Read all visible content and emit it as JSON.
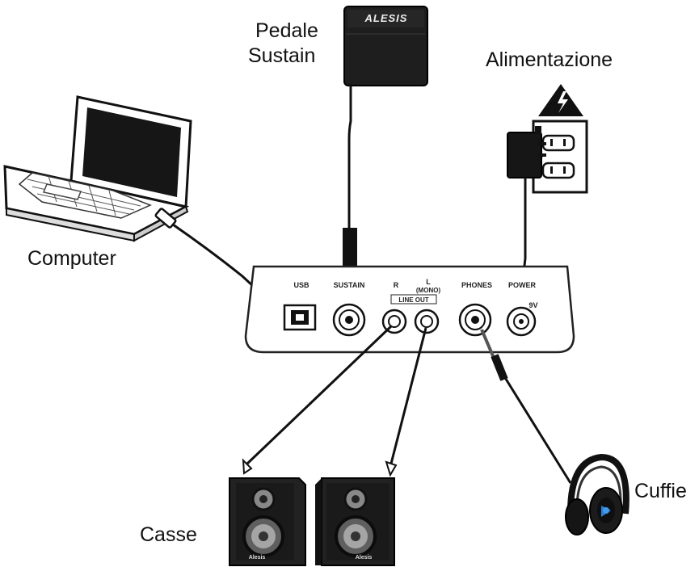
{
  "labels": {
    "pedal_line1": "Pedale",
    "pedal_line2": "Sustain",
    "power": "Alimentazione",
    "computer": "Computer",
    "speakers": "Casse",
    "headphones": "Cuffie"
  },
  "panel": {
    "usb": "USB",
    "sustain": "SUSTAIN",
    "right": "R",
    "left": "L",
    "mono": "(MONO)",
    "line_out": "LINE OUT",
    "phones": "PHONES",
    "power": "POWER",
    "voltage": "9V"
  },
  "brands": {
    "pedal": "ALESIS",
    "speaker": "Alesis"
  },
  "colors": {
    "ink": "#111111",
    "device": "#1c1c1c",
    "cone": "#9a9a9a",
    "headphone_accent": "#2a7fd4",
    "warning": "#f2c200"
  },
  "icons": [
    "laptop-icon",
    "usb-plug-icon",
    "sustain-pedal-icon",
    "power-adapter-icon",
    "wall-outlet-icon",
    "warning-icon",
    "speaker-icon",
    "headphones-icon"
  ]
}
